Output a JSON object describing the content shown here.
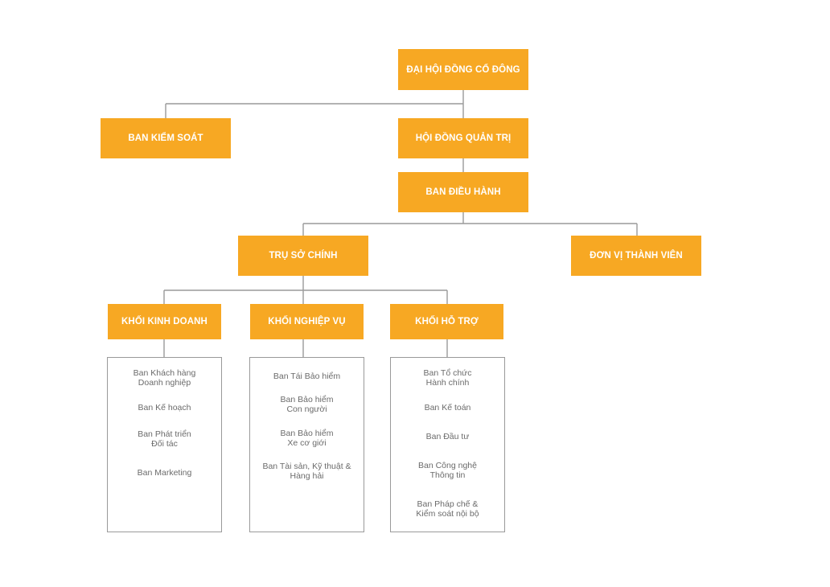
{
  "colors": {
    "box_fill": "#f7a823",
    "box_text": "#ffffff",
    "line": "#9a9a9a",
    "list_text": "#6b6b6b"
  },
  "nodes": {
    "dai_hoi": "ĐẠI HỘI ĐỒNG CỔ ĐÔNG",
    "ban_kiem_soat": "BAN KIỂM SOÁT",
    "hoi_dong": "HỘI ĐỒNG QUẢN TRỊ",
    "ban_dieu_hanh": "BAN ĐIỀU HÀNH",
    "tru_so": "TRỤ SỞ CHÍNH",
    "don_vi": "ĐƠN VỊ THÀNH VIÊN",
    "kinh_doanh": "KHỐI KINH DOANH",
    "nghiep_vu": "KHỐI NGHIỆP VỤ",
    "ho_tro": "KHỐI HỖ TRỢ"
  },
  "lists": {
    "kinh_doanh": [
      [
        "Ban Khách hàng",
        "Doanh nghiệp"
      ],
      [
        "Ban Kế hoạch"
      ],
      [
        "Ban Phát triển",
        "Đối tác"
      ],
      [
        "Ban Marketing"
      ]
    ],
    "nghiep_vu": [
      [
        "Ban Tái Bảo hiểm"
      ],
      [
        "Ban Bảo hiểm",
        "Con người"
      ],
      [
        "Ban Bảo hiểm",
        "Xe cơ giới"
      ],
      [
        "Ban Tài sản, Kỹ thuật &",
        "Hàng hải"
      ]
    ],
    "ho_tro": [
      [
        "Ban Tổ chức",
        "Hành chính"
      ],
      [
        "Ban Kế toán"
      ],
      [
        "Ban Đầu tư"
      ],
      [
        "Ban Công nghệ",
        "Thông tin"
      ],
      [
        "Ban Pháp chế &",
        "Kiểm soát nội bộ"
      ]
    ]
  }
}
